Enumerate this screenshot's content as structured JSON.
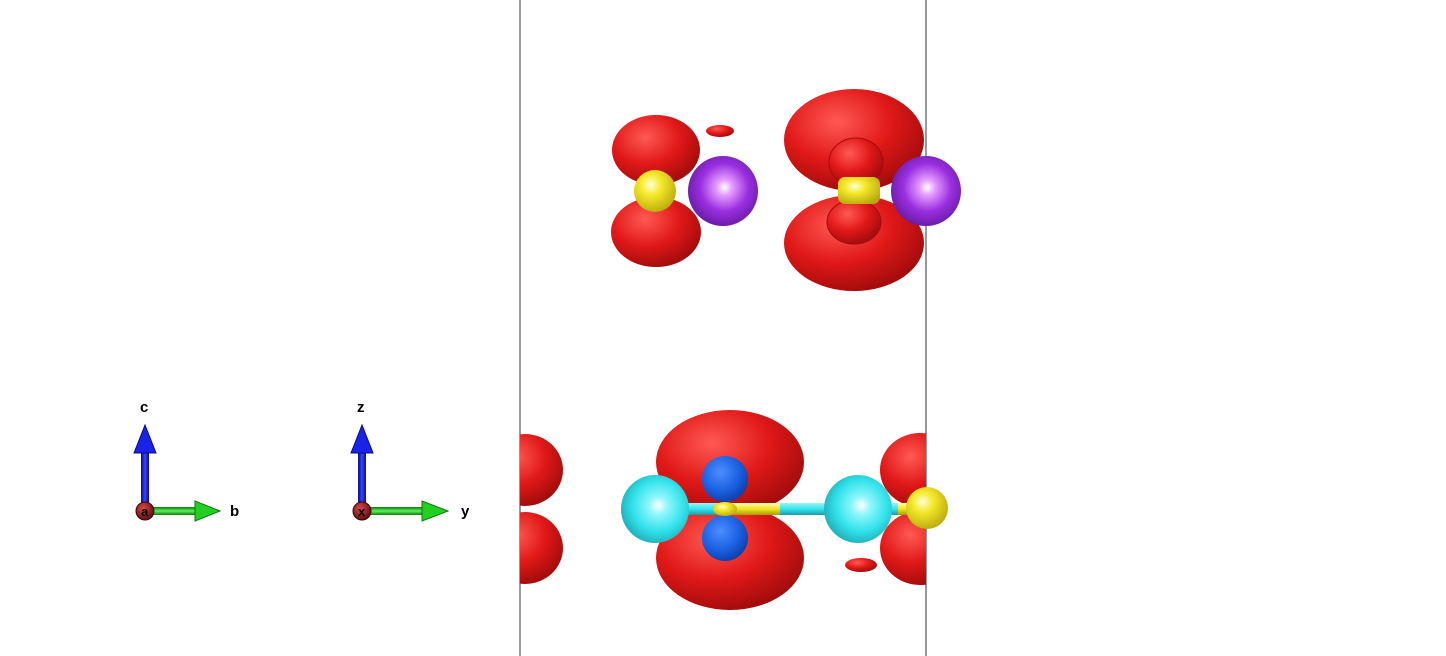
{
  "crystal_axes": {
    "vertical_label": "c",
    "horizontal_label": "b",
    "origin_label": "a"
  },
  "cartesian_axes": {
    "vertical_label": "z",
    "horizontal_label": "y",
    "origin_label": "x"
  },
  "colors": {
    "background": "#ffffff",
    "cell_boundary": "#333333",
    "isosurface_positive": "#e01818",
    "isosurface_negative": "#1a5fe0",
    "atom_yellow": "#f2e419",
    "atom_purple": "#9a2fe0",
    "atom_cyan": "#33e3ec",
    "axis_vertical": "#0a12d8",
    "axis_horizontal": "#18c018",
    "axis_origin": "#8c1010"
  }
}
